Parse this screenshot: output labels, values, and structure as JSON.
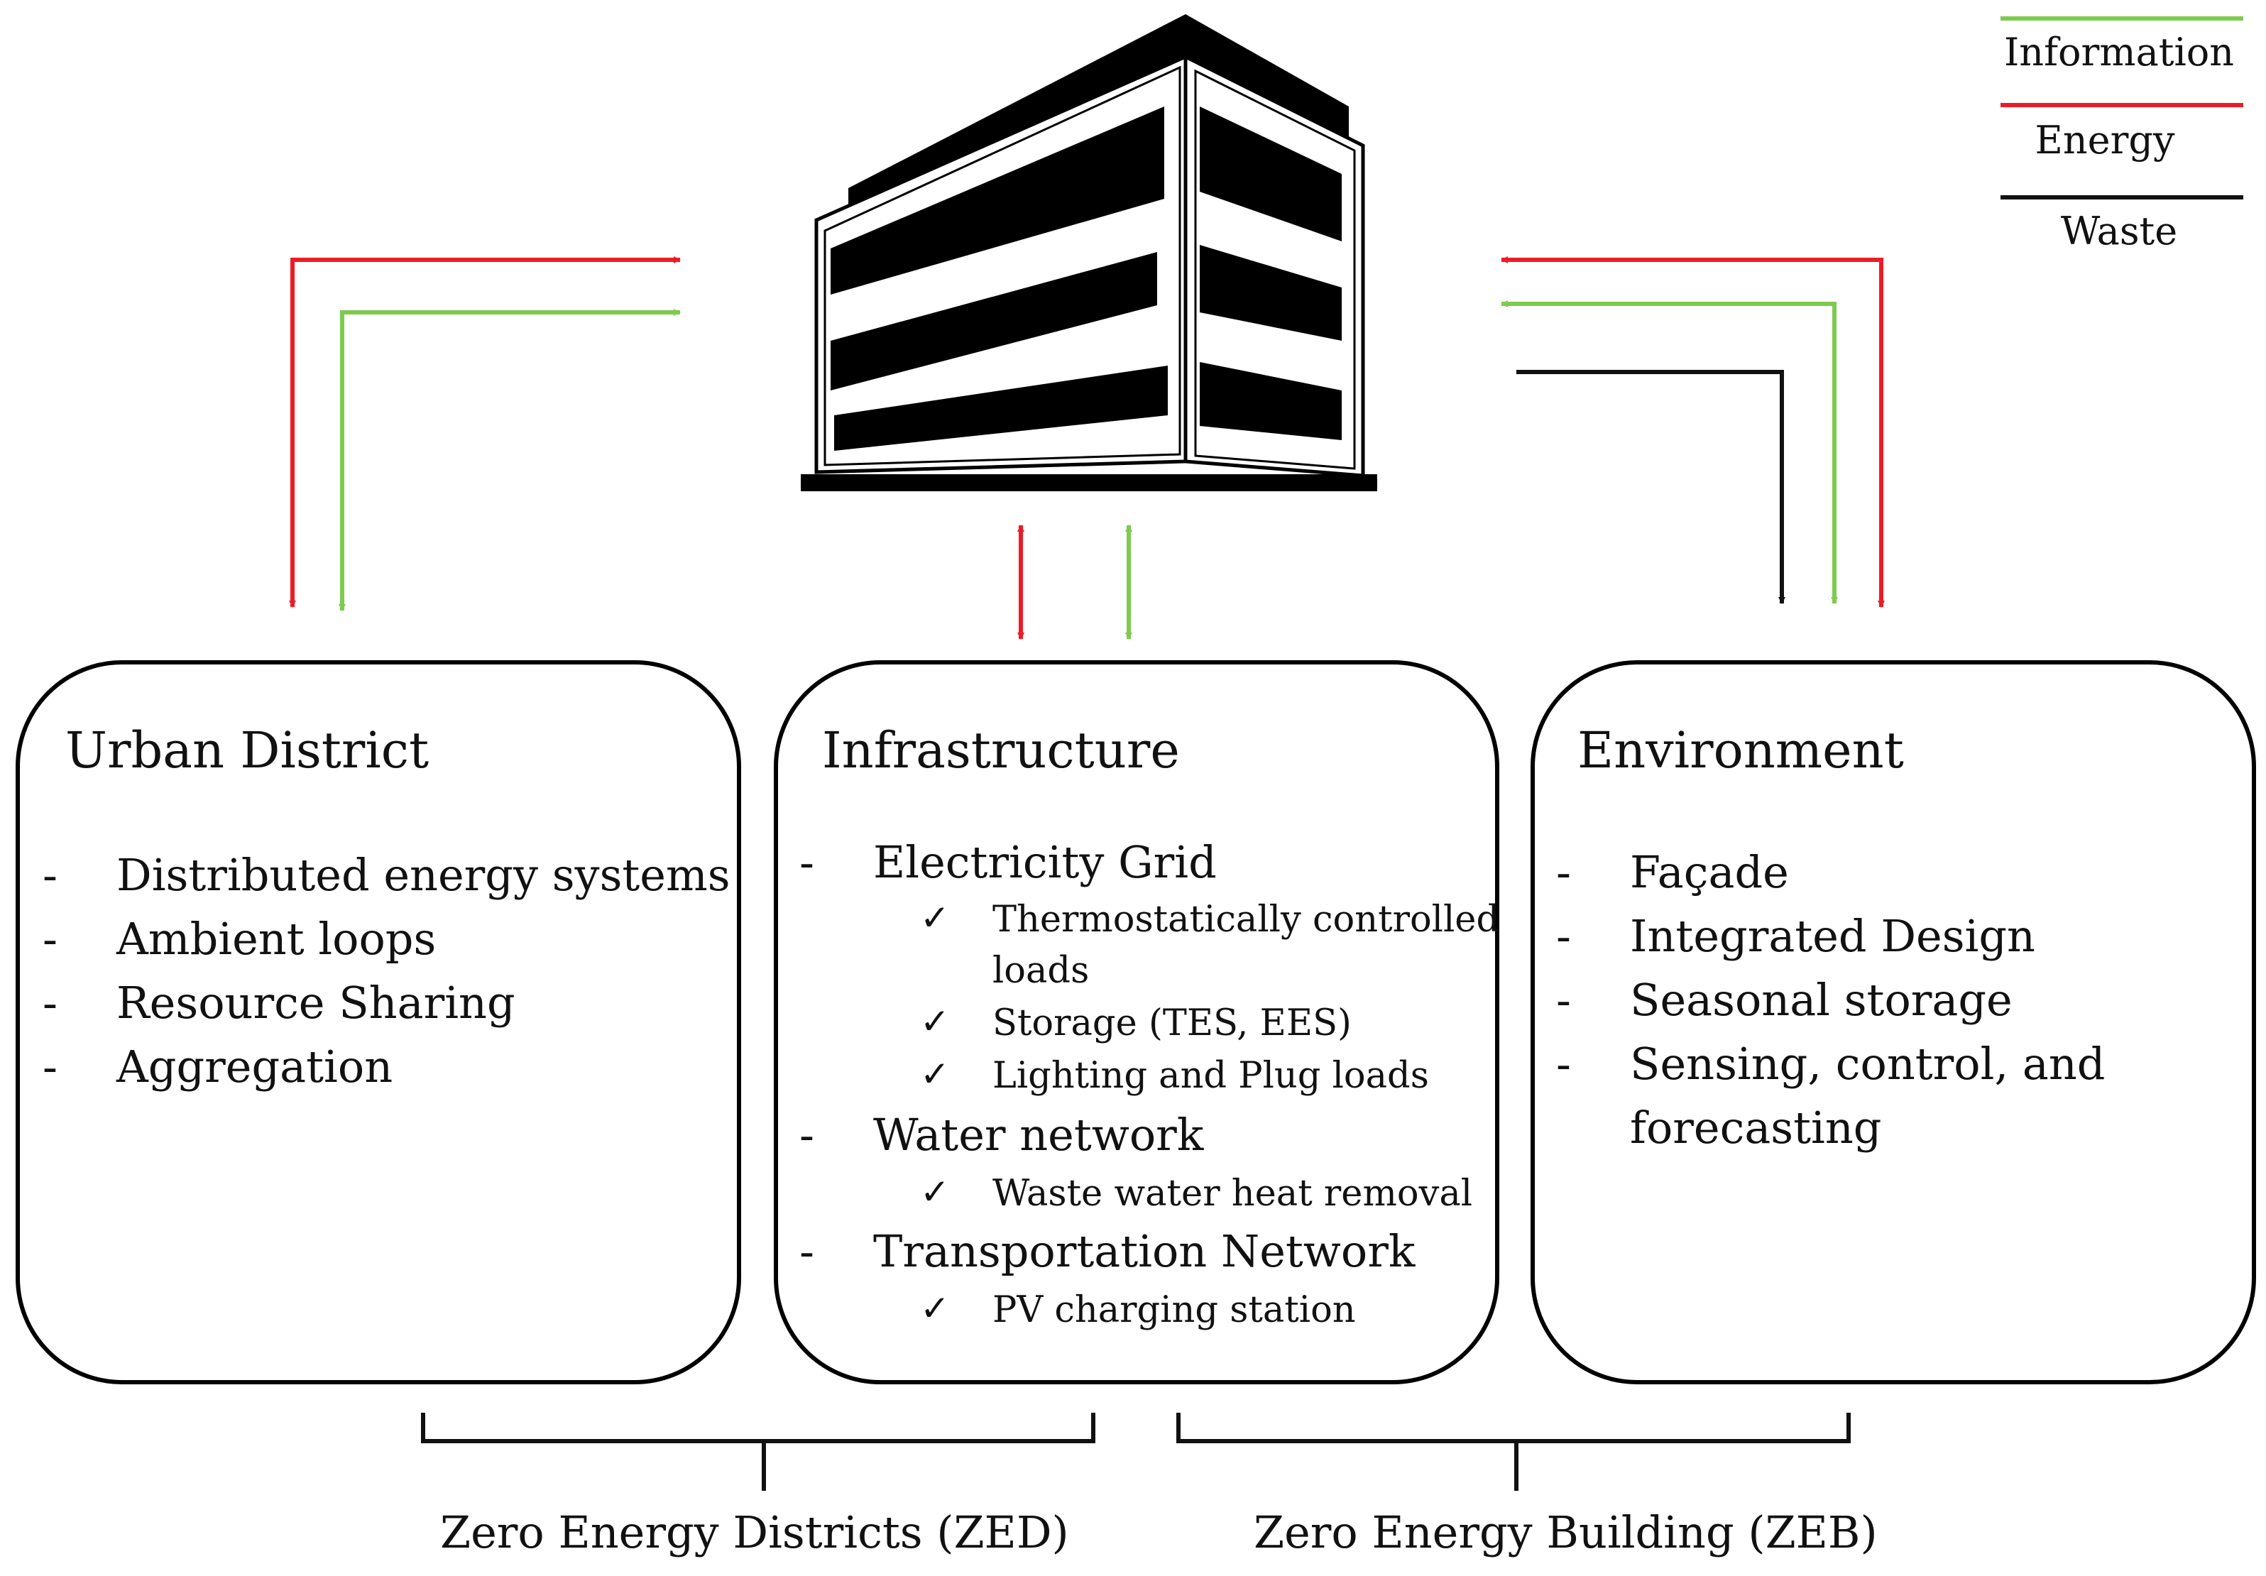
{
  "legend": {
    "items": [
      {
        "label": "Information",
        "color": "#7dcb4e"
      },
      {
        "label": "Energy",
        "color": "#ec1c24"
      },
      {
        "label": "Waste",
        "color": "#111111"
      }
    ]
  },
  "building_icon": "office-building-icon",
  "boxes": {
    "urban_district": {
      "title": "Urban District",
      "items": [
        "Distributed energy systems",
        "Ambient loops",
        "Resource Sharing",
        "Aggregation"
      ]
    },
    "infrastructure": {
      "title": "Infrastructure",
      "groups": [
        {
          "label": "Electricity Grid",
          "subitems": [
            "Thermostatically controlled",
            "loads",
            "Storage (TES, EES)",
            "Lighting and Plug loads"
          ]
        },
        {
          "label": "Water network",
          "subitems": [
            "Waste water heat removal"
          ]
        },
        {
          "label": "Transportation Network",
          "subitems": [
            "PV charging station"
          ]
        }
      ]
    },
    "environment": {
      "title": "Environment",
      "items": [
        "Façade",
        "Integrated Design",
        "Seasonal storage",
        "Sensing, control, and",
        "forecasting"
      ]
    }
  },
  "bullet_dash": "-",
  "check_mark": "✓",
  "scopes": {
    "zed": "Zero Energy Districts (ZED)",
    "zeb": "Zero Energy Building (ZEB)"
  }
}
